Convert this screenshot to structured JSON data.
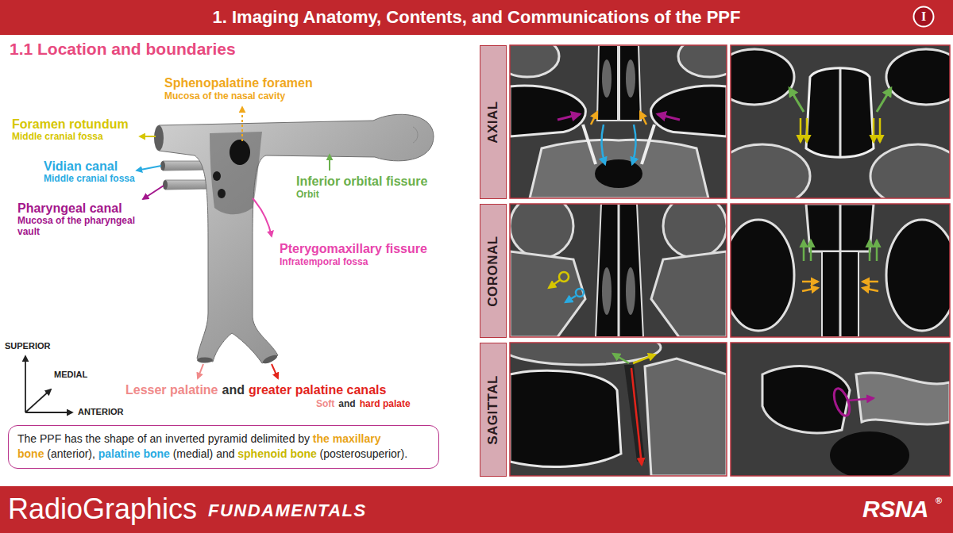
{
  "diagram": {
    "title": "1. Imaging Anatomy, Contents, and Communications of the PPF",
    "nodes": [
      {
        "text": [
          "I"
        ]
      },
      {
        "text": [
          "AXIAL"
        ]
      },
      {
        "text": [
          "CORONAL"
        ]
      },
      {
        "text": [
          "SAGITTAL"
        ]
      },
      {
        "text": [
          "The PPF has the shape of an inverted pyramid delimited by",
          "the maxillary bone",
          "(anterior),",
          "palatine bone",
          "(medial) and",
          "sphenoid bone",
          "(posterosuperior)."
        ]
      },
      {
        "text": [
          "RadioGraphics",
          "FUNDAMENTALS",
          "RSNA",
          "®"
        ]
      }
    ],
    "labels": [
      "1.1 Location and boundaries",
      "Sphenopalatine foramen",
      "Mucosa of the nasal cavity",
      "Foramen rotundum",
      "Middle cranial fossa",
      "Vidian canal",
      "Middle cranial fossa",
      "Pharyngeal canal",
      "Mucosa of the pharyngeal vault",
      "Inferior orbital fissure",
      "Orbit",
      "Pterygomaxillary fissure",
      "Infratemporal fossa",
      "Lesser palatine",
      "and",
      "greater palatine canals",
      "Soft",
      "and",
      "hard palate",
      "SUPERIOR",
      "MEDIAL",
      "ANTERIOR"
    ]
  }
}
